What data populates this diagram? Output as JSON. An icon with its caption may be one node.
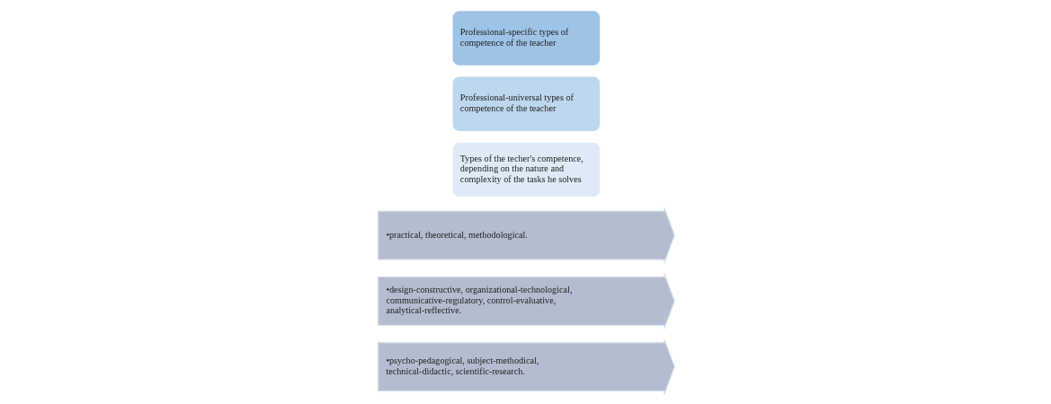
{
  "diagram": {
    "nodes": [
      {
        "text": [
          "Professional-specific types of competence of the teacher"
        ]
      },
      {
        "text": [
          "•psycho-pedagogical, subject-methodical, technical-didactic, scientific-research."
        ]
      },
      {
        "text": [
          "Professional-universal types of competence of the teacher"
        ]
      },
      {
        "text": [
          "•design-constructive, organizational-technological, communicative-regulatory, control-evaluative, analytical-reflective."
        ]
      },
      {
        "text": [
          "Types of the techer's competence, depending on the nature and complexity of the tasks he solves"
        ]
      },
      {
        "text": [
          "•practical, theoretical, methodological."
        ]
      }
    ]
  }
}
